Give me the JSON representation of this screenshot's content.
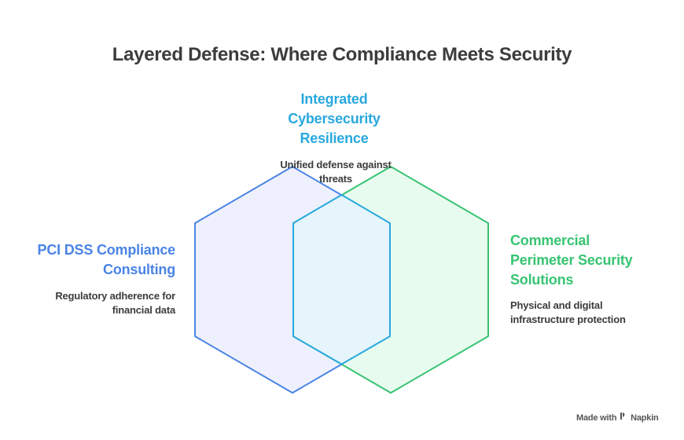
{
  "title": "Layered Defense: Where Compliance Meets Security",
  "sets": [
    {
      "id": "pci",
      "heading": "PCI DSS Compliance\nConsulting",
      "description": "Regulatory adherence for\nfinancial data",
      "stroke": "#4a84e6",
      "fill": "#eef1fd"
    },
    {
      "id": "perimeter",
      "heading": "Commercial\nPerimeter Security\nSolutions",
      "description": "Physical and digital\ninfrastructure protection",
      "stroke": "#37c472",
      "fill": "#e8fbef"
    }
  ],
  "intersection": {
    "heading": "Integrated\nCybersecurity\nResilience",
    "description": "Unified defense against\nthreats",
    "stroke": "#29a8df",
    "fill": "#e6f5fb"
  },
  "watermark": {
    "prefix": "Made with",
    "icon": "napkin-logo-icon",
    "brand": "Napkin"
  }
}
